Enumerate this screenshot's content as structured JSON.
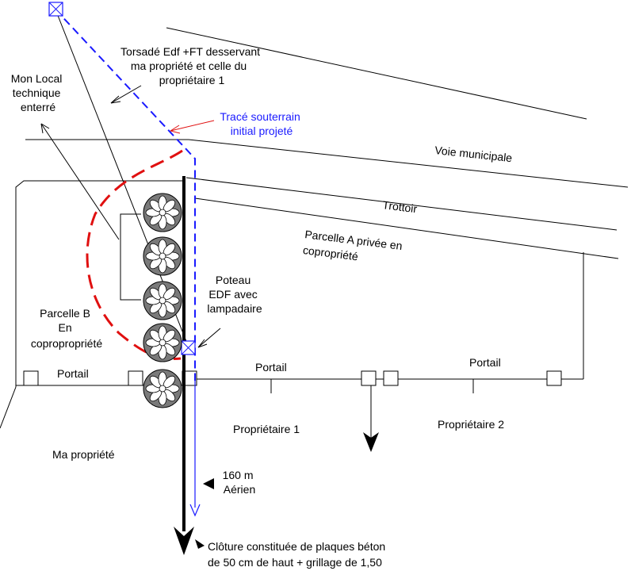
{
  "labels": {
    "torsade": [
      "Torsadé Edf +FT desservant",
      "ma propriété et celle du",
      "propriétaire 1"
    ],
    "local": [
      "Mon Local",
      "technique",
      "enterré"
    ],
    "trace": [
      "Tracé souterrain",
      "initial projeté"
    ],
    "voie": "Voie municipale",
    "trottoir": "Trottoir",
    "parcelle_a": [
      "Parcelle A privée en",
      "copropriété"
    ],
    "poteau": [
      "Poteau",
      "EDF avec",
      "lampadaire"
    ],
    "parcelle_b": [
      "Parcelle B",
      "En",
      "copropropriété"
    ],
    "portail_left": "Portail",
    "portail_mid": "Portail",
    "portail_right": "Portail",
    "proprietaire1": "Propriétaire 1",
    "proprietaire2": "Propriétaire 2",
    "ma_propriete": "Ma  propriété",
    "aerien": [
      "160 m",
      "Aérien"
    ],
    "cloture": [
      "Clôture constituée de plaques béton",
      "de 50 cm de haut + grillage de 1,50"
    ]
  },
  "colors": {
    "line": "#000000",
    "cable_blue": "#1a1aff",
    "trace_red": "#e01010",
    "tree_fill": "#7a7a7a",
    "tree_center": "#ffffff"
  },
  "trees": {
    "count": 5,
    "icon": "tree-top-view-icon"
  }
}
